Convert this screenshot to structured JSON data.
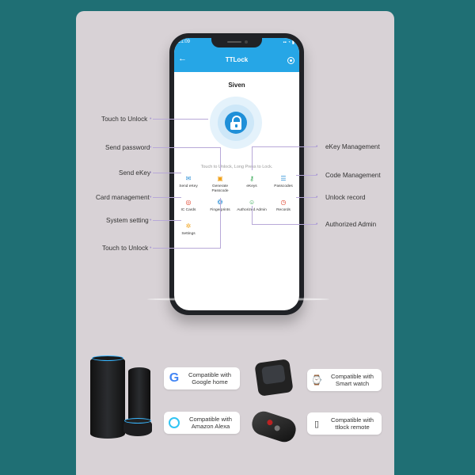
{
  "phone": {
    "status_time": "21:09",
    "status_right": "▪▪ ◔ ▮",
    "app_title": "TTLock",
    "lock_name": "Siven",
    "hint": "Touch to Unlock, Long Press to Lock.",
    "tiles": [
      {
        "label": "Send eKey",
        "icon": "✉",
        "color": "#2b8fd6"
      },
      {
        "label": "Generate Passcode",
        "icon": "▣",
        "color": "#f0a21a"
      },
      {
        "label": "eKeys",
        "icon": "⚷",
        "color": "#2aa34a"
      },
      {
        "label": "Passcodes",
        "icon": "☰",
        "color": "#2b8fd6"
      },
      {
        "label": "IC Cards",
        "icon": "◎",
        "color": "#e0402a"
      },
      {
        "label": "Fingerprints",
        "icon": "❂",
        "color": "#2b8fd6"
      },
      {
        "label": "Authorized Admin",
        "icon": "☺",
        "color": "#2aa34a"
      },
      {
        "label": "Records",
        "icon": "◷",
        "color": "#e0402a"
      },
      {
        "label": "Settings",
        "icon": "✲",
        "color": "#f0a21a"
      }
    ]
  },
  "annotations": {
    "touch_unlock_top": "Touch to Unlock",
    "send_password": "Send password",
    "send_ekey": "Send eKey",
    "card_management": "Card management",
    "system_setting": "System setting",
    "touch_unlock_bottom": "Touch to Unlock",
    "ekey_management": "eKey Management",
    "code_management": "Code Management",
    "unlock_record": "Unlock record",
    "authorized_admin": "Authorized Admin"
  },
  "compat": {
    "google": "Compatible with Google home",
    "smartwatch": "Compatible with Smart watch",
    "alexa": "Compatible with Amazon Alexa",
    "remote": "Compatible with ttlock remote"
  },
  "colors": {
    "accent": "#26a6e6",
    "background": "#1f6f74",
    "card": "#d8d2d6",
    "connector": "#b8a9d8"
  }
}
